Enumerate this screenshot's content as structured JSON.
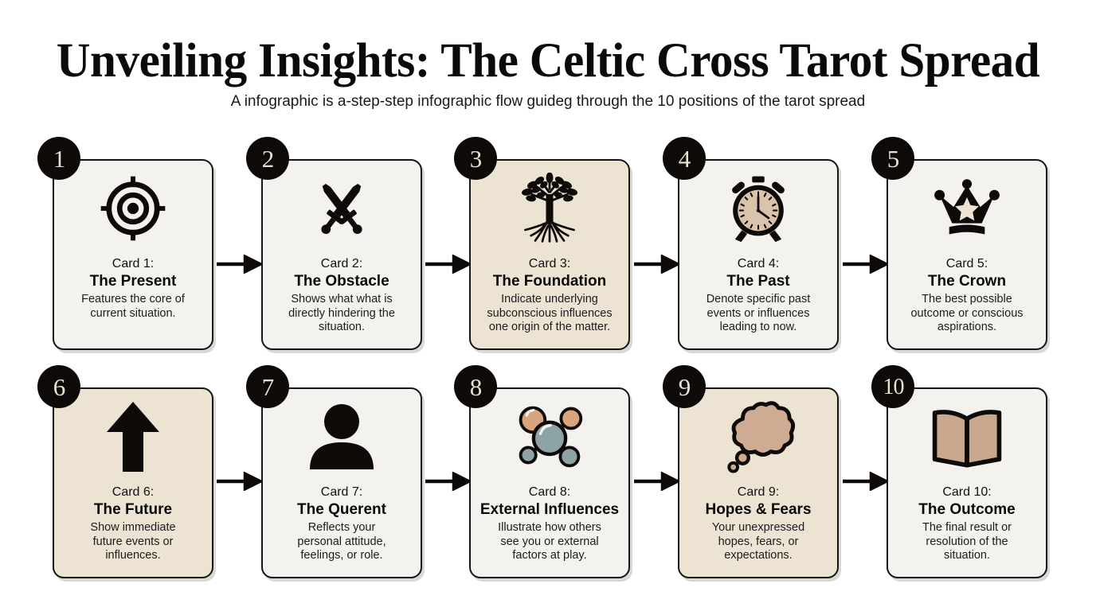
{
  "header": {
    "title": "Unveiling Insights: The Celtic Cross Tarot Spread",
    "subtitle": "A infographic is a-step-step infographic flow guideg through the 10 positions of the tarot spread"
  },
  "colors": {
    "background": "#ffffff",
    "card_light": "#f4f2ee",
    "card_tan": "#ece3d3",
    "ink": "#0d0a08",
    "badge_text": "#e9e1d0",
    "accent_tan": "#c9a98e",
    "accent_slate": "#8ea3a6"
  },
  "arrow_icon": "arrow-right-icon",
  "cards": [
    {
      "number": "1",
      "label": "Card 1:",
      "title": "The Present",
      "description": "Features the core of\ncurrent situation.",
      "icon": "target-crosshair-icon",
      "tone": "light"
    },
    {
      "number": "2",
      "label": "Card 2:",
      "title": "The Obstacle",
      "description": "Shows what what is\ndirectly hindering the\nsituation.",
      "icon": "crossed-swords-icon",
      "tone": "light"
    },
    {
      "number": "3",
      "label": "Card 3:",
      "title": "The Foundation",
      "description": "Indicate underlying\nsubconscious influences\none origin of the matter.",
      "icon": "tree-of-life-icon",
      "tone": "tan"
    },
    {
      "number": "4",
      "label": "Card 4:",
      "title": "The Past",
      "description": "Denote specific past\nevents or influences\nleading to now.",
      "icon": "alarm-clock-icon",
      "tone": "light"
    },
    {
      "number": "5",
      "label": "Card 5:",
      "title": "The Crown",
      "description": "The best possible\noutcome or conscious\naspirations.",
      "icon": "crown-icon",
      "tone": "light"
    },
    {
      "number": "6",
      "label": "Card 6:",
      "title": "The Future",
      "description": "Show  immediate\nfuture events or\ninfluences.",
      "icon": "arrow-up-icon",
      "tone": "tan"
    },
    {
      "number": "7",
      "label": "Card 7:",
      "title": "The Querent",
      "description": "Reflects your\npersonal attitude,\nfeelings, or role.",
      "icon": "person-icon",
      "tone": "light"
    },
    {
      "number": "8",
      "label": "Card 8:",
      "title": "External Influences",
      "description": "Illustrate how others\nsee you or external\nfactors at play.",
      "icon": "molecule-network-icon",
      "tone": "light"
    },
    {
      "number": "9",
      "label": "Card 9:",
      "title": "Hopes & Fears",
      "description": "Your unexpressed\nhopes, fears, or\nexpectations.",
      "icon": "thought-bubble-icon",
      "tone": "tan"
    },
    {
      "number": "10",
      "label": "Card 10:",
      "title": "The Outcome",
      "description": "The final result or\nresolution of the\nsituation.",
      "icon": "open-book-icon",
      "tone": "light"
    }
  ]
}
